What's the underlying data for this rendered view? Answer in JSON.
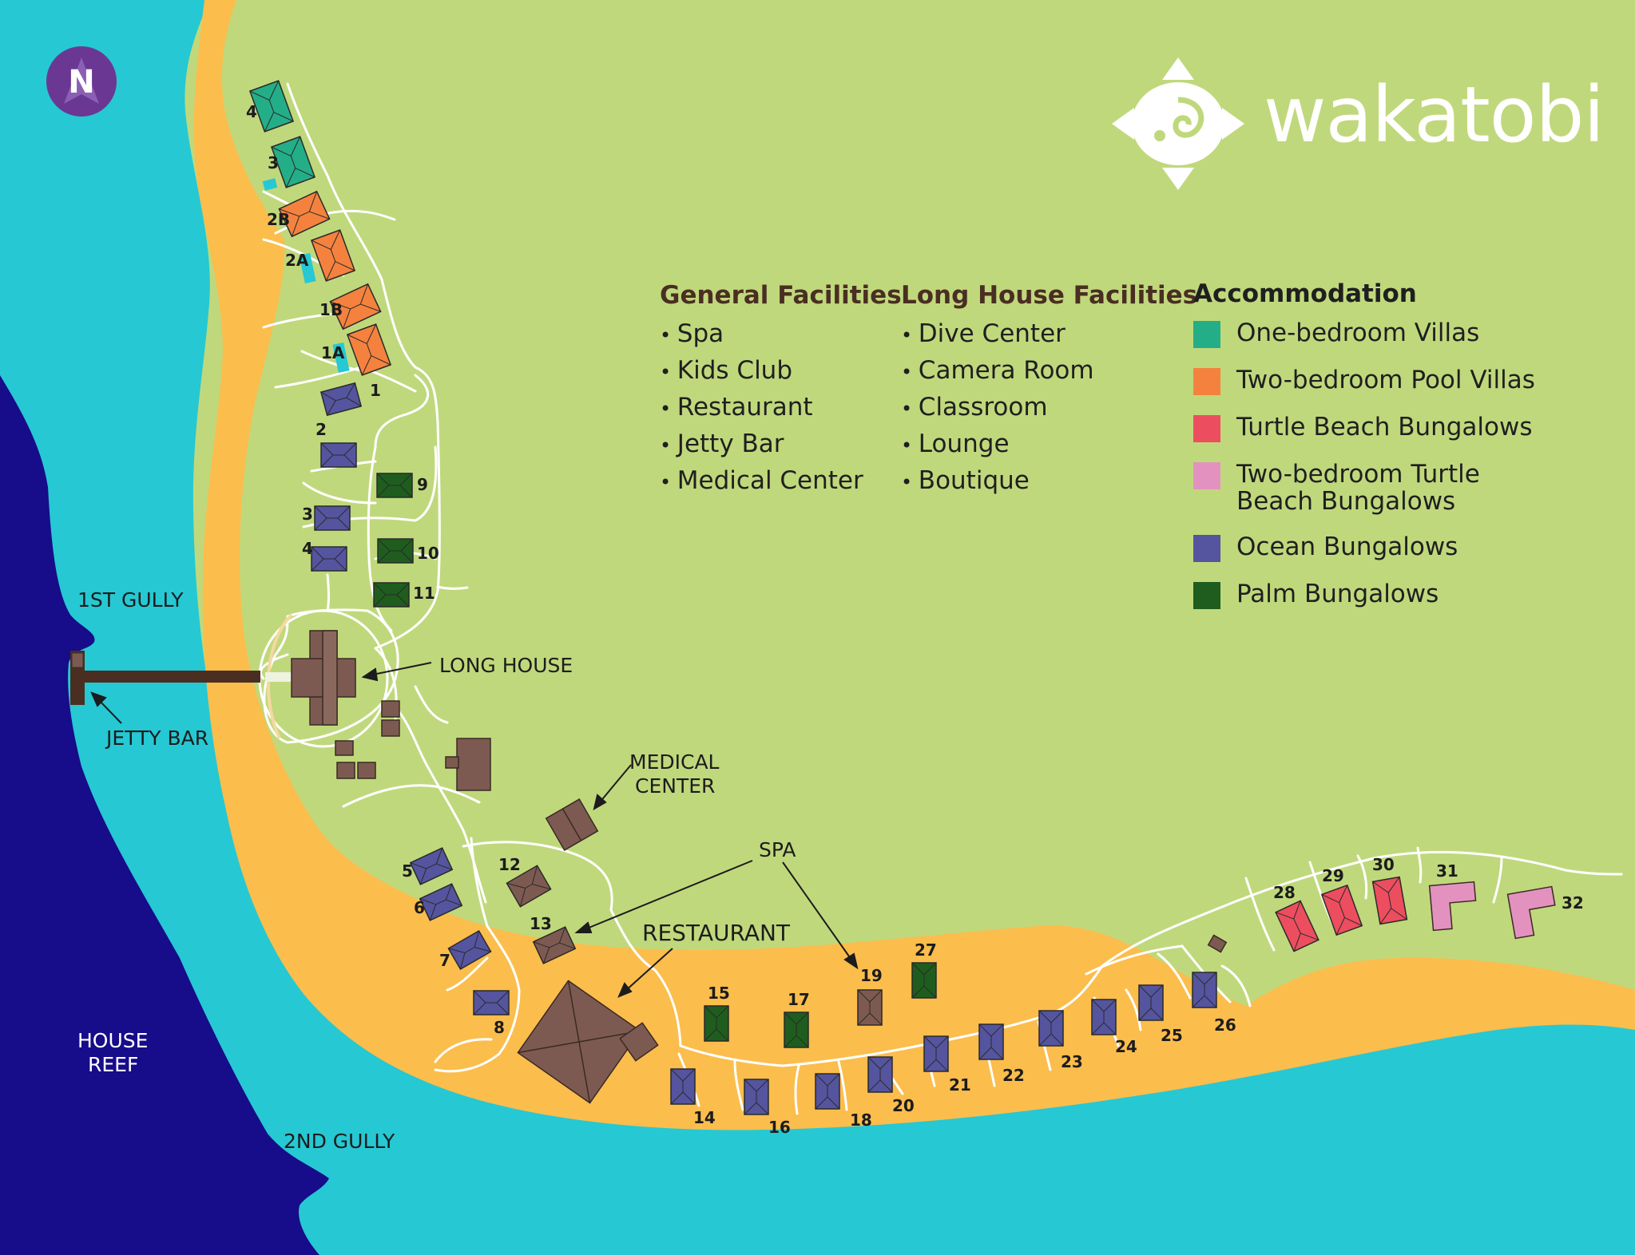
{
  "brand": {
    "name": "wakatobi",
    "logo_icon": "fish-compass-icon"
  },
  "compass": {
    "label": "N",
    "icon": "north-arrow-icon",
    "color": "#6a3893"
  },
  "colors": {
    "land": "#c0d87c",
    "beach": "#fbbd4c",
    "shallow_water": "#26c8d3",
    "deep_water": "#170c8a",
    "path": "#ffffff",
    "facility": "#7d5a51",
    "jetty": "#4a2e22"
  },
  "general_facilities": {
    "title": "General Facilities",
    "items": [
      "Spa",
      "Kids Club",
      "Restaurant",
      "Jetty Bar",
      "Medical Center"
    ]
  },
  "long_house_facilities": {
    "title": "Long House Facilities",
    "items": [
      "Dive Center",
      "Camera Room",
      "Classroom",
      "Lounge",
      "Boutique"
    ]
  },
  "accommodation": {
    "title": "Accommodation",
    "items": [
      {
        "label": "One-bedroom Villas",
        "color": "#24ae87"
      },
      {
        "label": "Two-bedroom Pool Villas",
        "color": "#f4823e"
      },
      {
        "label": "Turtle Beach Bungalows",
        "color": "#ec4e5f"
      },
      {
        "label": "Two-bedroom Turtle Beach Bungalows",
        "color": "#e392bf"
      },
      {
        "label": "Ocean Bungalows",
        "color": "#55549f"
      },
      {
        "label": "Palm Bungalows",
        "color": "#1e5d1e"
      }
    ]
  },
  "places": {
    "long_house": "LONG HOUSE",
    "jetty_bar": "JETTY BAR",
    "medical_center_1": "MEDICAL",
    "medical_center_2": "CENTER",
    "spa": "SPA",
    "restaurant": "RESTAURANT",
    "first_gully": "1ST GULLY",
    "second_gully": "2ND GULLY",
    "house_reef_1": "HOUSE",
    "house_reef_2": "REEF"
  },
  "units": {
    "one_bedroom_villas": [
      "4",
      "3"
    ],
    "two_bedroom_pool_villas": [
      "2B",
      "2A",
      "1B",
      "1A"
    ],
    "ocean_bungalows": [
      "1",
      "2",
      "3",
      "4",
      "5",
      "6",
      "7",
      "8",
      "14",
      "16",
      "18",
      "20",
      "21",
      "22",
      "23",
      "24",
      "25",
      "26"
    ],
    "palm_bungalows": [
      "9",
      "10",
      "11",
      "15",
      "17",
      "27"
    ],
    "spa_rooms": [
      "12",
      "13",
      "19"
    ],
    "turtle_beach_bungalows": [
      "28",
      "29",
      "30"
    ],
    "two_bedroom_turtle_beach_bungalows": [
      "31",
      "32"
    ]
  }
}
